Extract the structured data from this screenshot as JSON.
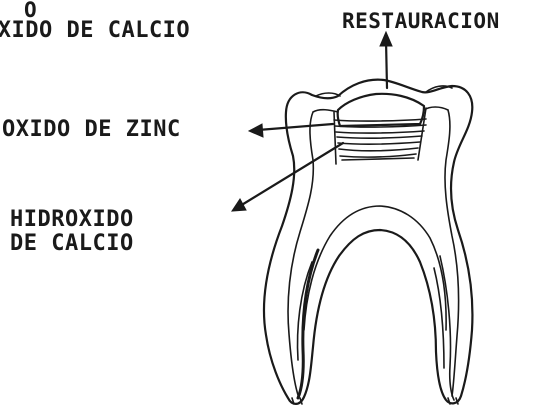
{
  "labels": {
    "o": "O",
    "oxido_calcio": "OXIDO DE CALCIO",
    "restauracion": "RESTAURACION",
    "oxido_zinc": "OXIDO DE ZINC",
    "hidroxido_line1": "HIDROXIDO",
    "hidroxido_line2": "DE CALCIO"
  },
  "colors": {
    "ink": "#1a1a1a",
    "background": "#ffffff"
  }
}
